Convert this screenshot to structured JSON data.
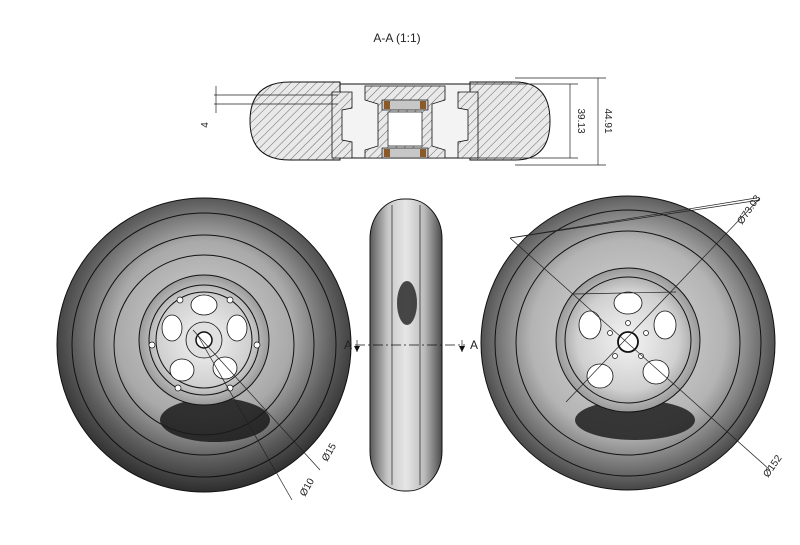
{
  "section_title": "A-A (1:1)",
  "dimensions": {
    "section_small": "4",
    "section_inner_width": "39.13",
    "section_outer_width": "44.91",
    "hole_dia_15": "Ø15",
    "hole_dia_10": "Ø10",
    "rim_dia": "Ø73.03",
    "tire_dia": "Ø152"
  },
  "section_markers": {
    "left": "A",
    "right": "A"
  },
  "colors": {
    "tire_dark": "#2b2b2b",
    "tire_mid": "#8a8a8a",
    "tire_light": "#cfcfcf",
    "hatch": "#555555"
  }
}
